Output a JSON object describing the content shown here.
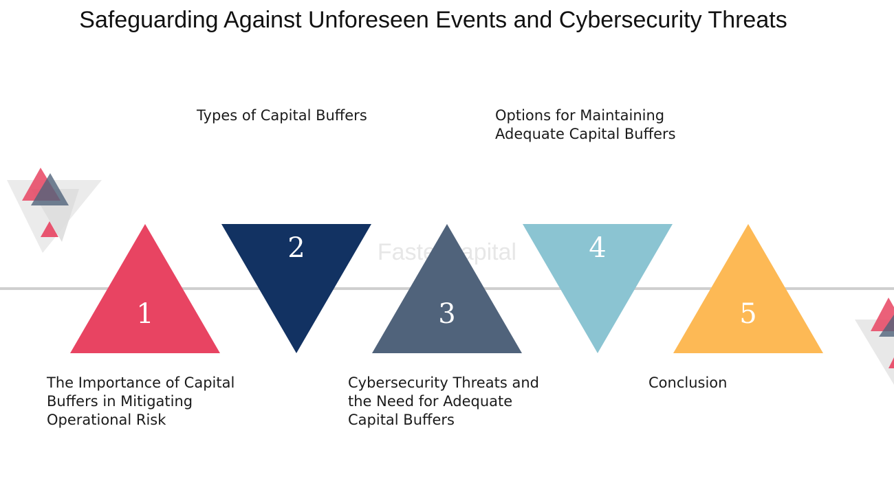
{
  "title": "Safeguarding Against Unforeseen Events and Cybersecurity Threats",
  "watermark": "FasterCapital",
  "steps": [
    {
      "number": "1",
      "label": "The Importance of Capital Buffers in Mitigating Operational Risk",
      "color": "#E84462",
      "direction": "up"
    },
    {
      "number": "2",
      "label": "Types of Capital Buffers",
      "color": "#123262",
      "direction": "down"
    },
    {
      "number": "3",
      "label": "Cybersecurity Threats and the Need for Adequate Capital Buffers",
      "color": "#50637B",
      "direction": "up"
    },
    {
      "number": "4",
      "label": "Options for Maintaining Adequate Capital Buffers",
      "color": "#8BC4D2",
      "direction": "down"
    },
    {
      "number": "5",
      "label": "Conclusion",
      "color": "#FDB955",
      "direction": "up"
    }
  ]
}
